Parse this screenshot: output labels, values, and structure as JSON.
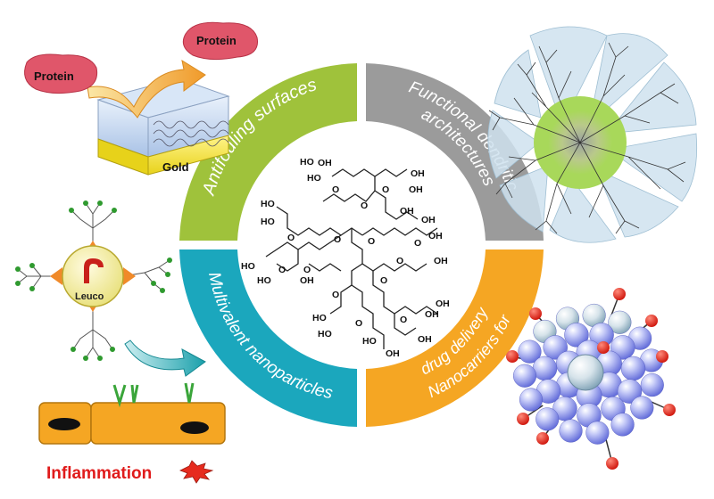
{
  "protein_surface": {
    "protein_left": "Protein",
    "protein_right": "Protein",
    "gold_label": "Gold"
  },
  "leuco": {
    "cell_label": "Leuco",
    "inflammation_label": "Inflammation"
  },
  "wheel": {
    "segments": [
      {
        "label": "Antifouling surfaces",
        "color": "#9fc23b"
      },
      {
        "label_line1": "Functional dendritic",
        "label_line2": "architectures",
        "color": "#9b9b9b"
      },
      {
        "label_line1": "Nanocarriers for",
        "label_line2": "drug delivery",
        "color": "#f5a623"
      },
      {
        "label": "Multivalent nanoparticles",
        "color": "#1ba7bd"
      }
    ],
    "molecule": {
      "oh": "OH",
      "ho": "HO",
      "o": "O"
    }
  },
  "colors": {
    "antifouling": "#9fc23b",
    "functional": "#9b9b9b",
    "nanocarriers": "#f5a623",
    "multivalent": "#1ba7bd",
    "protein": "#e0566a",
    "gold": "#f3e23a",
    "nanoparticle": "#7d86e6",
    "red_dot": "#e62b1e",
    "inflammation_text": "#e01b1b"
  }
}
